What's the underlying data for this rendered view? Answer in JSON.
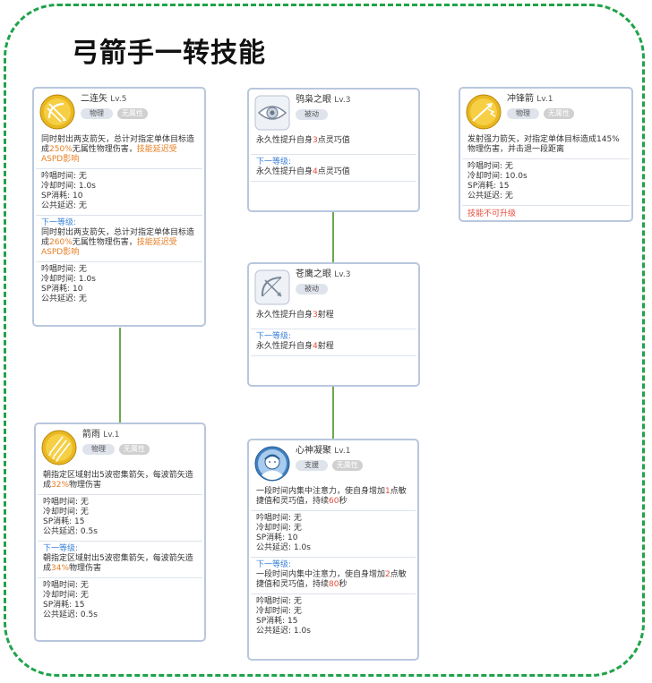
{
  "page": {
    "title": "弓箭手一转技能"
  },
  "labels": {
    "next": "下一等级:",
    "cast": "吟唱时间: ",
    "cooldown": "冷却时间: ",
    "sp": "SP消耗: ",
    "delay": "公共延迟: "
  },
  "colors": {
    "frame": "#1fa34a",
    "link": "#6aa84f",
    "highlight": "#e67e22",
    "next_label": "#3b82d6"
  },
  "skills": {
    "double_strafe": {
      "icon": "double-arrow-bow-icon",
      "name": "二连矢",
      "level": "Lv.5",
      "tag1": "物理",
      "tag2": "无属性",
      "desc": {
        "a": "同时射出两支箭矢，总计对指定单体目标造成",
        "val": "250%",
        "b": "无属性物理伤害，",
        "note": "技能延迟受ASPD影响"
      },
      "cast": "无",
      "cooldown": "1.0s",
      "sp": "10",
      "delay": "无",
      "next_desc": {
        "a": "同时射出两支箭矢，总计对指定单体目标造成",
        "val": "260%",
        "b": "无属性物理伤害，",
        "note": "技能延迟受ASPD影响"
      },
      "next_cast": "无",
      "next_cooldown": "1.0s",
      "next_sp": "10",
      "next_delay": "无"
    },
    "arrow_shower": {
      "icon": "arrow-shower-icon",
      "name": "箭雨",
      "level": "Lv.1",
      "tag1": "物理",
      "tag2": "无属性",
      "desc": {
        "a": "朝指定区域射出5波密集箭矢，每波箭矢造成",
        "val": "32%",
        "b": "物理伤害"
      },
      "cast": "无",
      "cooldown": "无",
      "sp": "15",
      "delay": "0.5s",
      "next_desc": {
        "a": "朝指定区域射出5波密集箭矢，每波箭矢造成",
        "val": "34%",
        "b": "物理伤害"
      },
      "next_cast": "无",
      "next_cooldown": "无",
      "next_sp": "15",
      "next_delay": "0.5s"
    },
    "owls_eye": {
      "icon": "eye-icon",
      "name": "鸮枭之眼",
      "level": "Lv.3",
      "tag1": "被动",
      "desc": {
        "a": "永久性提升自身",
        "val": "3",
        "b": "点灵巧值"
      },
      "next_desc": {
        "a": "永久性提升自身",
        "val": "4",
        "b": "点灵巧值"
      }
    },
    "vultures_eye": {
      "icon": "bow-arrow-icon",
      "name": "苍鹰之眼",
      "level": "Lv.3",
      "tag1": "被动",
      "desc": {
        "a": "永久性提升自身",
        "val": "3",
        "b": "射程"
      },
      "next_desc": {
        "a": "永久性提升自身",
        "val": "4",
        "b": "射程"
      }
    },
    "improve_concentration": {
      "icon": "archer-portrait-icon",
      "name": "心神凝聚",
      "level": "Lv.1",
      "tag1": "支援",
      "tag2": "无属性",
      "desc": {
        "a": "一段时间内集中注意力，使自身增加",
        "val": "1",
        "b": "点敏捷值和灵巧值，持续",
        "val2": "60",
        "c": "秒"
      },
      "cast": "无",
      "cooldown": "无",
      "sp": "10",
      "delay": "1.0s",
      "next_desc": {
        "a": "一段时间内集中注意力，使自身增加",
        "val": "2",
        "b": "点敏捷值和灵巧值，持续",
        "val2": "80",
        "c": "秒"
      },
      "next_cast": "无",
      "next_cooldown": "无",
      "next_sp": "15",
      "next_delay": "1.0s"
    },
    "charge_arrow": {
      "icon": "charge-arrow-icon",
      "name": "冲锋箭",
      "level": "Lv.1",
      "tag1": "物理",
      "tag2": "无属性",
      "desc": {
        "a": "发射强力箭矢，对指定单体目标造成145%物理伤害，并击退一段距离"
      },
      "cast": "无",
      "cooldown": "10.0s",
      "sp": "15",
      "delay": "无",
      "max_note": "技能不可升级"
    }
  }
}
